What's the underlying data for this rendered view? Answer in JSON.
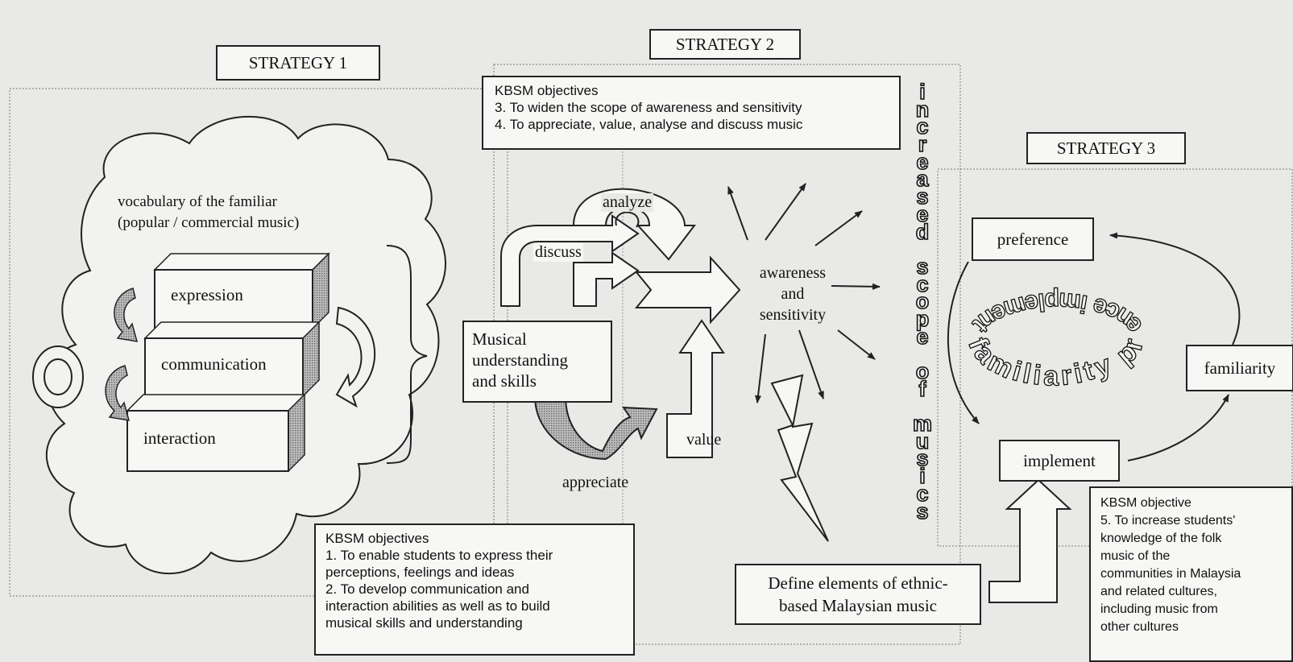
{
  "strategy1": {
    "title": "STRATEGY 1",
    "cloud_text": [
      "vocabulary of the familiar",
      "(popular / commercial music)"
    ],
    "blocks": [
      "expression",
      "communication",
      "interaction"
    ],
    "objectives": {
      "heading": "KBSM objectives",
      "lines": [
        "1. To enable students to express their",
        "perceptions, feelings and ideas",
        "2. To develop communication and",
        "interaction abilities as well as to build",
        "musical skills and understanding"
      ]
    }
  },
  "strategy2": {
    "title": "STRATEGY 2",
    "objectives": {
      "heading": "KBSM objectives",
      "lines": [
        "3. To widen the scope of awareness and sensitivity",
        "4. To appreciate, value, analyse and discuss music"
      ]
    },
    "arrow_labels": {
      "analyze": "analyze",
      "discuss": "discuss",
      "appreciate": "appreciate",
      "value": "value"
    },
    "musical_box": [
      "Musical",
      "understanding",
      "and skills"
    ],
    "center_text": [
      "awareness",
      "and",
      "sensitivity"
    ],
    "vertical_text": "increased scope of musics",
    "define_box": [
      "Define elements of ethnic-",
      "based Malaysian music"
    ]
  },
  "strategy3": {
    "title": "STRATEGY 3",
    "nodes": {
      "preference": "preference",
      "familiarity": "familiarity",
      "implement": "implement"
    },
    "ring_text": "ence implement familiarity prefer",
    "objectives": {
      "heading": "KBSM objective",
      "lines": [
        "5. To increase students'",
        "knowledge of the folk",
        "music of the",
        "communities in Malaysia",
        "and related cultures,",
        "including music from",
        "other cultures"
      ]
    }
  },
  "colors": {
    "background": "#e9e9e7",
    "ink": "#222222",
    "shade": "#9a9a9a"
  }
}
